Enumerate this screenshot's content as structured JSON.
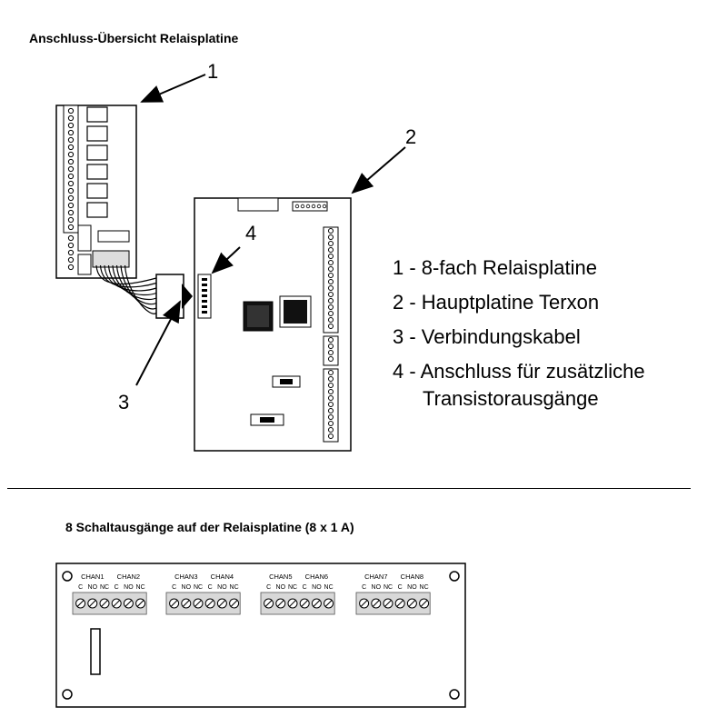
{
  "top_title": "Anschluss-Übersicht Relaisplatine",
  "callouts": [
    "1",
    "2",
    "3",
    "4"
  ],
  "legend": [
    {
      "number": "1",
      "text": "1 - 8-fach Relaisplatine"
    },
    {
      "number": "2",
      "text": "2 - Hauptplatine Terxon"
    },
    {
      "number": "3",
      "text": "3 - Verbindungskabel"
    },
    {
      "number": "4",
      "text": "4 - Anschluss für zusätzliche",
      "continuation": "Transistorausgänge"
    }
  ],
  "bottom_title": "8 Schaltausgänge auf der Relaisplatine (8 x 1 A)",
  "channels": [
    "CHAN1",
    "CHAN2",
    "CHAN3",
    "CHAN4",
    "CHAN5",
    "CHAN6",
    "CHAN7",
    "CHAN8"
  ],
  "terminal_labels": [
    "C",
    "NO",
    "NC"
  ]
}
